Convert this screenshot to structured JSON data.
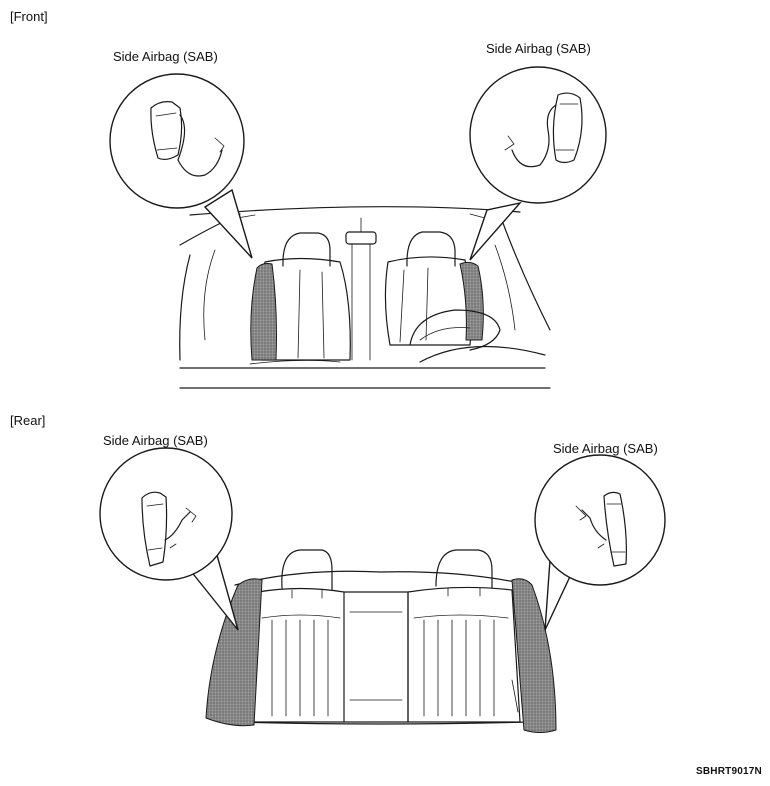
{
  "front": {
    "title": "[Front]",
    "left_callout": "Side Airbag (SAB)",
    "right_callout": "Side Airbag (SAB)"
  },
  "rear": {
    "title": "[Rear]",
    "left_callout": "Side Airbag (SAB)",
    "right_callout": "Side Airbag (SAB)"
  },
  "figure_code": "SBHRT9017N",
  "colors": {
    "ink": "#1a1a1a",
    "airbag_shade": "#7a7a7a"
  }
}
